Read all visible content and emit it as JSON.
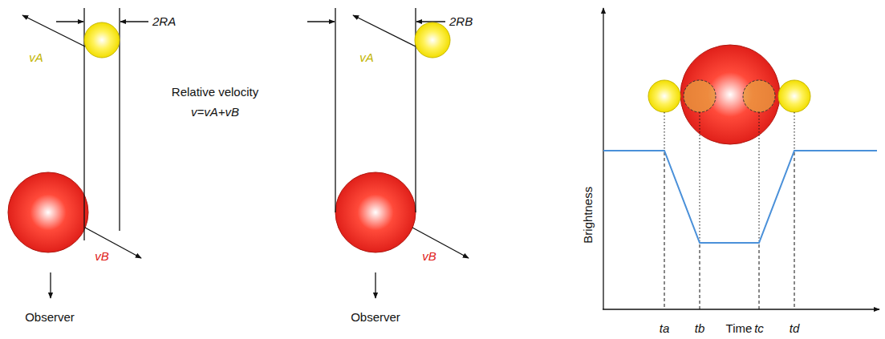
{
  "diagram": {
    "labels": [
      "2RA",
      "vA",
      "vB",
      "Relative velocity",
      "v=vA+vB",
      "Observer",
      "2RB",
      "vA",
      "vB",
      "Observer",
      "Brightness",
      "Time",
      "ta",
      "tb",
      "tc",
      "td"
    ]
  }
}
